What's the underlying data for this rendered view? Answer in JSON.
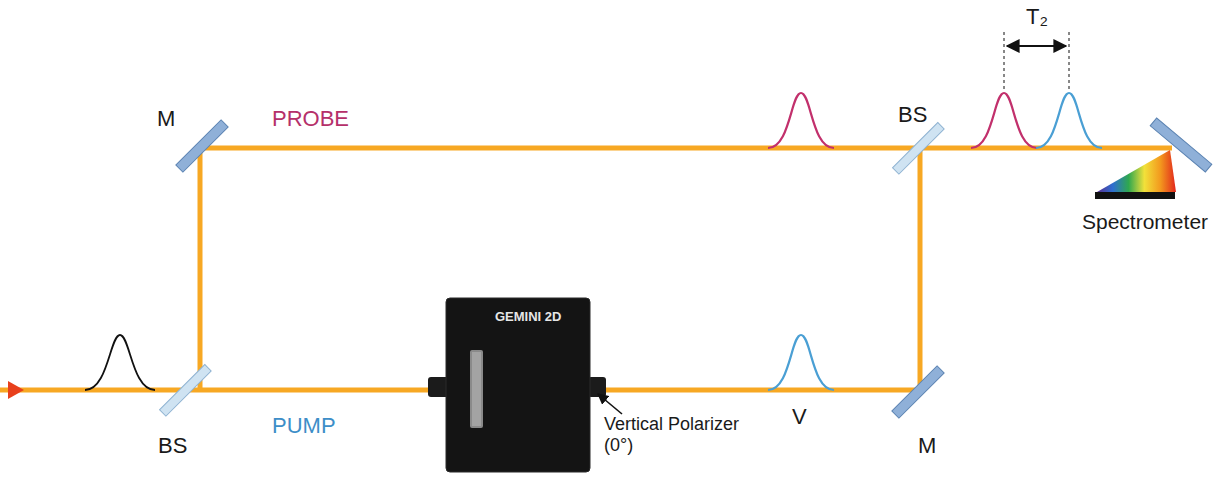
{
  "diagram": {
    "labels": [
      "M",
      "PROBE",
      "BS",
      "T₂",
      "Spectrometer",
      "BS",
      "PUMP",
      "GEMINI 2D",
      "Vertical Polarizer (0°)",
      "V",
      "M"
    ]
  }
}
